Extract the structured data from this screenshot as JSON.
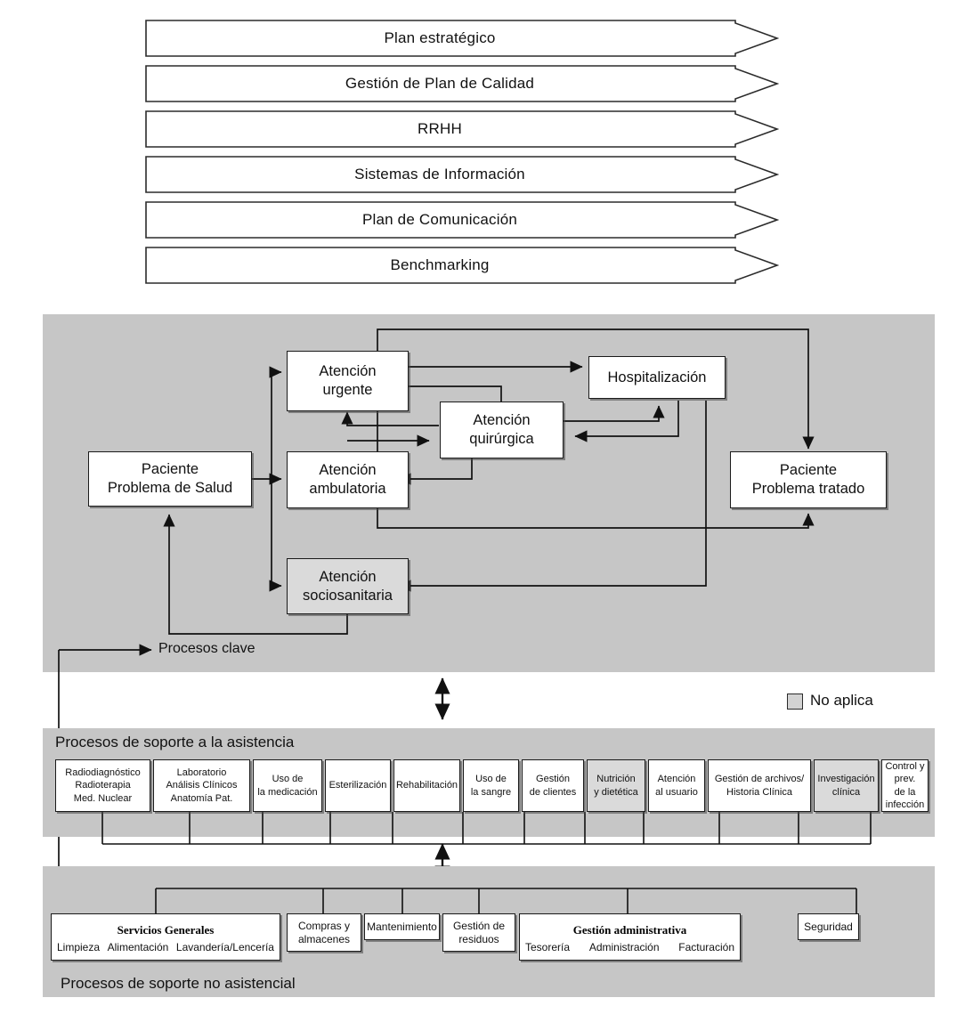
{
  "strategic": {
    "arrows": [
      {
        "label": "Plan estratégico"
      },
      {
        "label": "Gestión de Plan de Calidad"
      },
      {
        "label": "RRHH"
      },
      {
        "label": "Sistemas de Información"
      },
      {
        "label": "Plan de Comunicación"
      },
      {
        "label": "Benchmarking"
      }
    ]
  },
  "legend": {
    "no_aplica": "No aplica"
  },
  "key_processes": {
    "flow_label": "Procesos clave",
    "boxes": [
      {
        "id": "paciente-problema-salud",
        "lines": [
          "Paciente",
          "Problema de Salud"
        ],
        "no_aplica": false
      },
      {
        "id": "atencion-urgente",
        "lines": [
          "Atención",
          "urgente"
        ],
        "no_aplica": false
      },
      {
        "id": "atencion-quirurgica",
        "lines": [
          "Atención",
          "quirúrgica"
        ],
        "no_aplica": false
      },
      {
        "id": "hospitalizacion",
        "lines": [
          "Hospitalización"
        ],
        "no_aplica": false
      },
      {
        "id": "atencion-ambulatoria",
        "lines": [
          "Atención",
          "ambulatoria"
        ],
        "no_aplica": false
      },
      {
        "id": "atencion-sociosanitaria",
        "lines": [
          "Atención",
          "sociosanitaria"
        ],
        "no_aplica": true
      },
      {
        "id": "paciente-problema-tratado",
        "lines": [
          "Paciente",
          "Problema tratado"
        ],
        "no_aplica": false
      }
    ]
  },
  "support_care": {
    "title": "Procesos de soporte a la asistencia",
    "boxes": [
      {
        "lines": [
          "Radiodiagnóstico",
          "Radioterapia",
          "Med. Nuclear"
        ],
        "no_aplica": false
      },
      {
        "lines": [
          "Laboratorio",
          "Análisis Clínicos",
          "Anatomía Pat."
        ],
        "no_aplica": false
      },
      {
        "lines": [
          "Uso de",
          "la medicación"
        ],
        "no_aplica": false
      },
      {
        "lines": [
          "Esterilización"
        ],
        "no_aplica": false
      },
      {
        "lines": [
          "Rehabilitación"
        ],
        "no_aplica": false
      },
      {
        "lines": [
          "Uso de",
          "la sangre"
        ],
        "no_aplica": false
      },
      {
        "lines": [
          "Gestión",
          "de clientes"
        ],
        "no_aplica": false
      },
      {
        "lines": [
          "Nutrición",
          "y dietética"
        ],
        "no_aplica": true
      },
      {
        "lines": [
          "Atención",
          "al usuario"
        ],
        "no_aplica": false
      },
      {
        "lines": [
          "Gestión de archivos/",
          "Historia Clínica"
        ],
        "no_aplica": false
      },
      {
        "lines": [
          "Investigación",
          "clínica"
        ],
        "no_aplica": true
      },
      {
        "lines": [
          "Control y prev.",
          "de la infección"
        ],
        "no_aplica": false
      }
    ]
  },
  "support_non_care": {
    "title": "Procesos de soporte no asistencial",
    "groups": [
      {
        "id": "servicios-generales",
        "title": "Servicios Generales",
        "items": [
          "Limpieza",
          "Alimentación",
          "Lavandería/Lencería"
        ]
      },
      {
        "id": "compras-y-almacenes",
        "title": "",
        "items": [],
        "lines": [
          "Compras",
          "y almacenes"
        ]
      },
      {
        "id": "mantenimiento",
        "title": "",
        "items": [],
        "lines": [
          "Mantenimiento"
        ]
      },
      {
        "id": "gestion-de-residuos",
        "title": "",
        "items": [],
        "lines": [
          "Gestión",
          "de residuos"
        ]
      },
      {
        "id": "gestion-administrativa",
        "title": "Gestión administrativa",
        "items": [
          "Tesorería",
          "Administración",
          "Facturación"
        ]
      },
      {
        "id": "seguridad",
        "title": "",
        "items": [],
        "lines": [
          "Seguridad"
        ]
      }
    ]
  }
}
